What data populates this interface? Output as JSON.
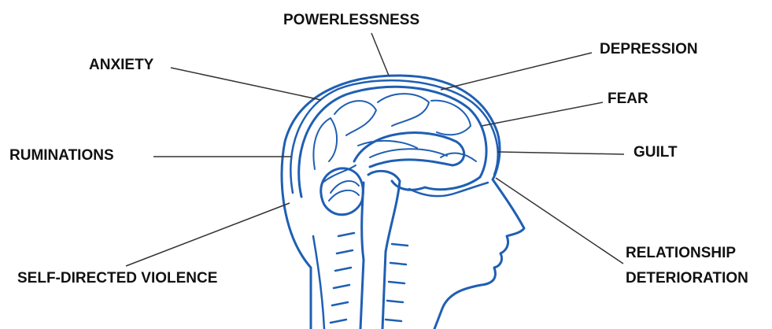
{
  "labels": {
    "powerlessness": "POWERLESSNESS",
    "anxiety": "ANXIETY",
    "depression": "DEPRESSION",
    "fear": "FEAR",
    "ruminations": "RUMINATIONS",
    "guilt": "GUILT",
    "self_directed_violence": "SELF-DIRECTED VIOLENCE",
    "relationship": "RELATIONSHIP",
    "deterioration": "DETERIORATION"
  },
  "colors": {
    "illustration": "#1f5fb3",
    "leader_line": "#333333",
    "text": "#111111"
  }
}
